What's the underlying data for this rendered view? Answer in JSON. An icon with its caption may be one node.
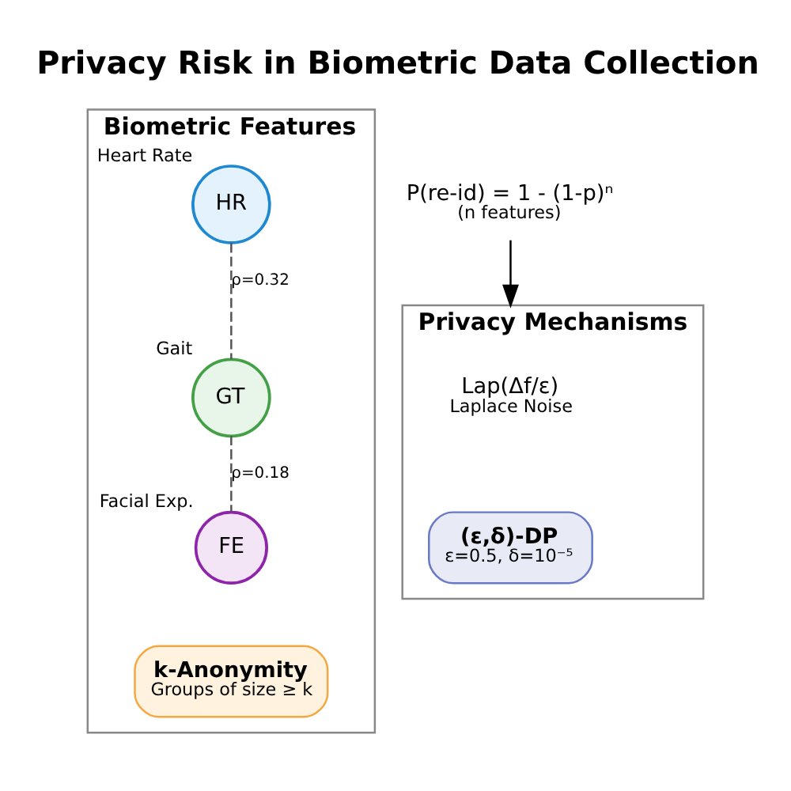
{
  "diagram": {
    "title": "Privacy Risk in Biometric Data Collection",
    "nodes": [
      {
        "text": [
          "Biometric Features"
        ]
      },
      {
        "text": [
          "HR"
        ],
        "beside": [
          "Heart Rate"
        ],
        "in": 0
      },
      {
        "text": [
          "GT"
        ],
        "beside": [
          "Gait"
        ],
        "in": 0
      },
      {
        "text": [
          "FE"
        ],
        "beside": [
          "Facial Exp."
        ],
        "in": 0
      },
      {
        "text": [
          "P(re-id) = 1 - (1-p)ⁿ",
          "(n features)"
        ]
      },
      {
        "text": [
          "k-Anonymity",
          "Groups of size ≥ k"
        ],
        "in": 0
      },
      {
        "text": [
          "Privacy Mechanisms"
        ]
      },
      {
        "text": [
          "Lap(Δf/ε)",
          "Laplace Noise"
        ],
        "in": 6
      },
      {
        "text": [
          "(ε,δ)-DP",
          "ε=0.5, δ=10⁻⁵"
        ],
        "in": 6
      }
    ],
    "edges": [
      {
        "from": 1,
        "to": 2,
        "arrow": "none",
        "label": "ρ=0.32",
        "style": "dashed"
      },
      {
        "from": 2,
        "to": 3,
        "arrow": "none",
        "label": "ρ=0.18",
        "style": "dashed"
      },
      {
        "from": 4,
        "to": 6,
        "arrow": "to"
      }
    ]
  }
}
